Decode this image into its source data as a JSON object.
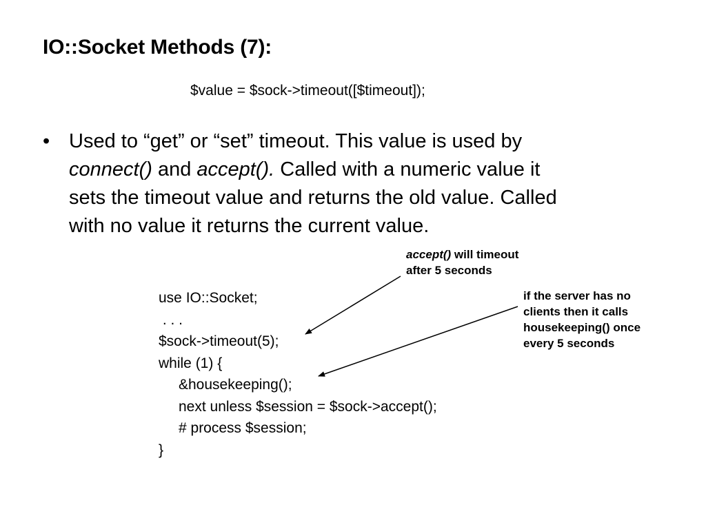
{
  "slide": {
    "title": "IO::Socket Methods (7):",
    "signature": "$value = $sock->timeout([$timeout]);",
    "bullet": {
      "symbol": "•",
      "line1": "Used to “get” or “set” timeout. This value is used by",
      "line2_connect": "connect()",
      "line2_and": " and ",
      "line2_accept": "accept().",
      "line2_rest": " Called with a numeric value it",
      "line3": "sets the timeout value and returns the old value. Called",
      "line4": "with no value it returns the current  value."
    },
    "code": [
      "use IO::Socket;",
      " . . .",
      "$sock->timeout(5);",
      "while (1) {",
      "&housekeeping();",
      "next unless $session = $sock->accept();",
      "# process $session;",
      "}"
    ],
    "annotations": {
      "accept_italic": "accept()",
      "accept_rest": " will timeout",
      "accept_line2": "after 5 seconds",
      "server_line1": "if the server has no",
      "server_line2": "clients then it calls",
      "server_line3": "housekeeping() once",
      "server_line4": "every 5 seconds"
    }
  }
}
